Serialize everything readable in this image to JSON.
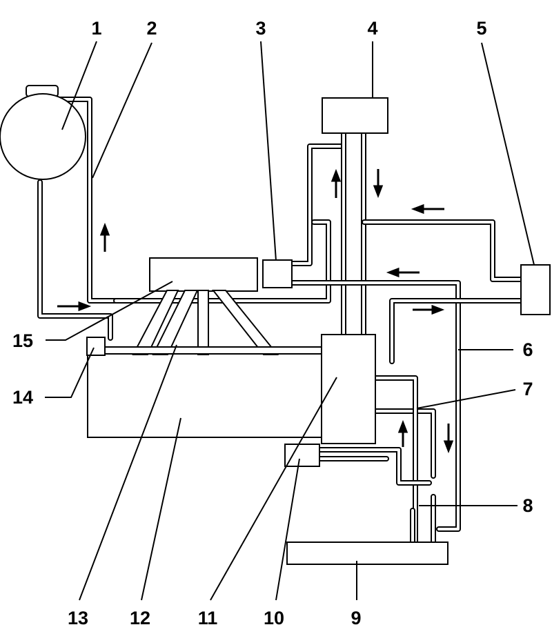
{
  "callouts": [
    {
      "id": "1",
      "label": "1"
    },
    {
      "id": "2",
      "label": "2"
    },
    {
      "id": "3",
      "label": "3"
    },
    {
      "id": "4",
      "label": "4"
    },
    {
      "id": "5",
      "label": "5"
    },
    {
      "id": "6",
      "label": "6"
    },
    {
      "id": "7",
      "label": "7"
    },
    {
      "id": "8",
      "label": "8"
    },
    {
      "id": "9",
      "label": "9"
    },
    {
      "id": "10",
      "label": "10"
    },
    {
      "id": "11",
      "label": "11"
    },
    {
      "id": "12",
      "label": "12"
    },
    {
      "id": "13",
      "label": "13"
    },
    {
      "id": "14",
      "label": "14"
    },
    {
      "id": "15",
      "label": "15"
    }
  ],
  "colors": {
    "line": "#000000",
    "background": "#ffffff"
  }
}
